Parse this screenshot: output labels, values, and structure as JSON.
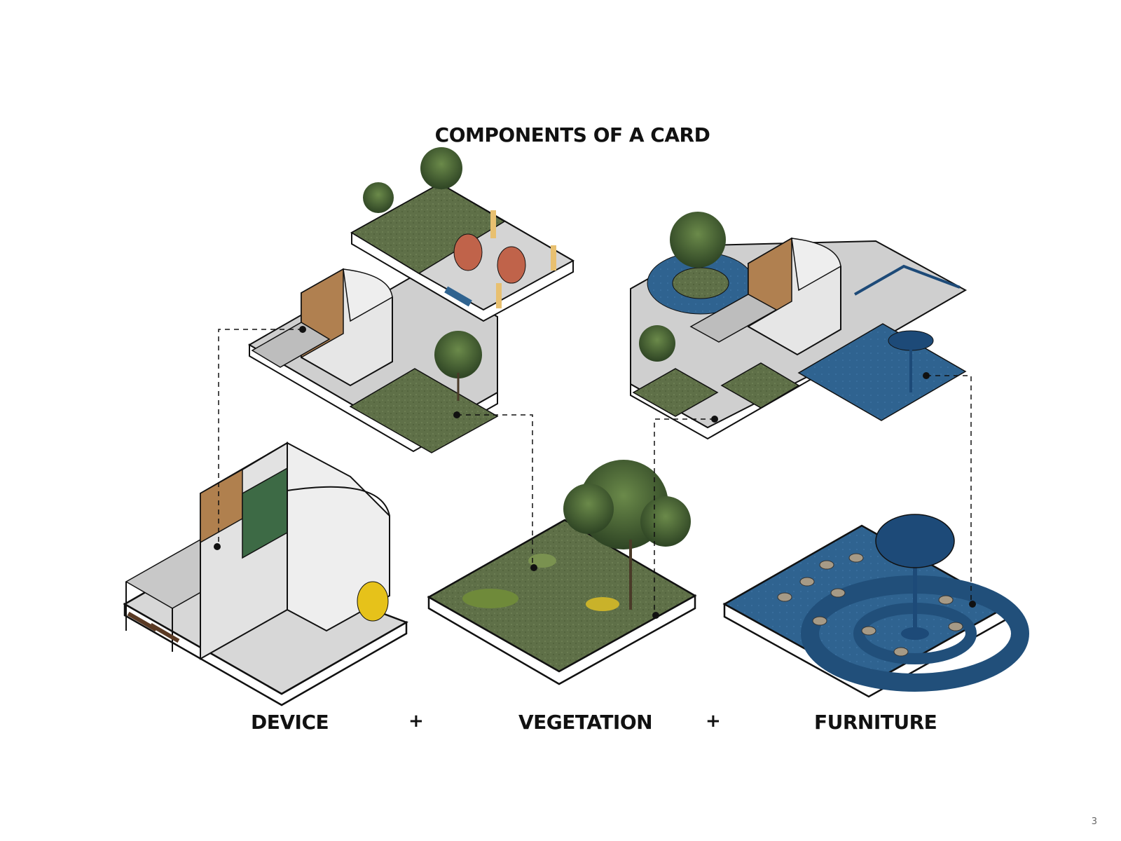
{
  "title": "COMPONENTS OF A CARD",
  "components": {
    "device": "DEVICE",
    "vegetation": "VEGETATION",
    "furniture": "FURNITURE",
    "plus": "+"
  },
  "page_number": "3",
  "colors": {
    "grass": "#5f7048",
    "paving": "#d8d8d8",
    "blue": "#2f6390",
    "dark_blue": "#1d4a78",
    "wood": "#a9743c",
    "outline": "#111111"
  }
}
